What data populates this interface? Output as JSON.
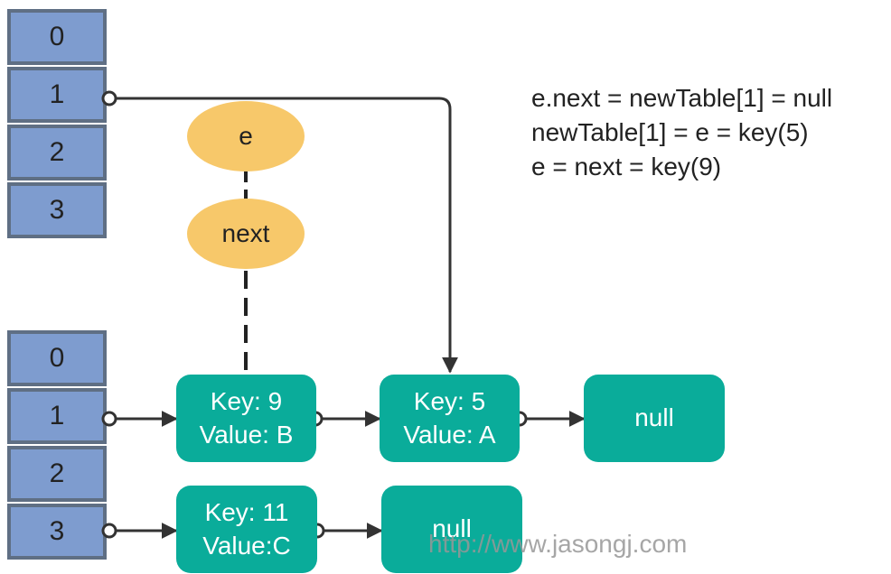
{
  "old_table": {
    "indices": [
      "0",
      "1",
      "2",
      "3"
    ]
  },
  "new_table": {
    "indices": [
      "0",
      "1",
      "2",
      "3"
    ]
  },
  "pointers": {
    "e": "e",
    "next": "next"
  },
  "nodes": {
    "key9": {
      "line1": "Key: 9",
      "line2": "Value: B"
    },
    "key5": {
      "line1": "Key: 5",
      "line2": "Value: A"
    },
    "null1": "null",
    "key11": {
      "line1": "Key: 11",
      "line2": "Value:C"
    },
    "null3": "null"
  },
  "notes": [
    "e.next = newTable[1] = null",
    "newTable[1] = e = key(5)",
    "e = next = key(9)"
  ],
  "watermark": "http://www.jasongj.com",
  "colors": {
    "table_cell": "#7e9ccf",
    "table_border": "#5f6f84",
    "pointer": "#f7c86a",
    "node": "#0aac9a",
    "arrow": "#333333"
  }
}
